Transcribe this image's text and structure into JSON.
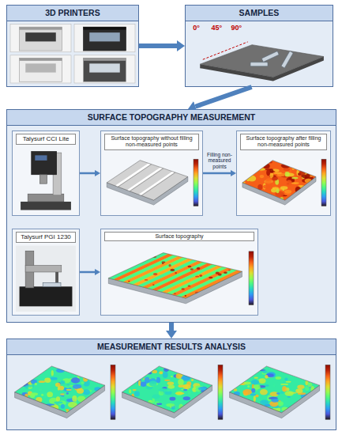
{
  "diagram": {
    "nodes": [
      {
        "text": [
          "3D PRINTERS"
        ]
      },
      {
        "text": [
          "SAMPLES"
        ]
      },
      {
        "text": [
          "SURFACE TOPOGRAPHY MEASUREMENT"
        ]
      },
      {
        "text": [
          "Talysurf CCI Lite"
        ],
        "in": 2
      },
      {
        "text": [
          "Surface topography without filling non-measured points"
        ],
        "in": 2
      },
      {
        "text": [
          "Surface topography after filling non-measured points"
        ],
        "in": 2
      },
      {
        "text": [
          "Talysurf PGI 1230"
        ],
        "in": 2
      },
      {
        "text": [
          "Surface topography"
        ],
        "in": 2
      },
      {
        "text": [
          "MEASUREMENT RESULTS ANALYSIS"
        ]
      }
    ],
    "edges": [
      {
        "from": 0,
        "to": 1,
        "arrow": "to"
      },
      {
        "from": 1,
        "to": 2,
        "arrow": "to"
      },
      {
        "from": 3,
        "to": 4,
        "arrow": "to"
      },
      {
        "from": 4,
        "to": 5,
        "label": "Filling non-measured points",
        "arrow": "to"
      },
      {
        "from": 6,
        "to": 7,
        "arrow": "to"
      },
      {
        "from": 2,
        "to": 8,
        "arrow": "to"
      }
    ],
    "labels": [
      "0°",
      "45°",
      "90°"
    ]
  }
}
